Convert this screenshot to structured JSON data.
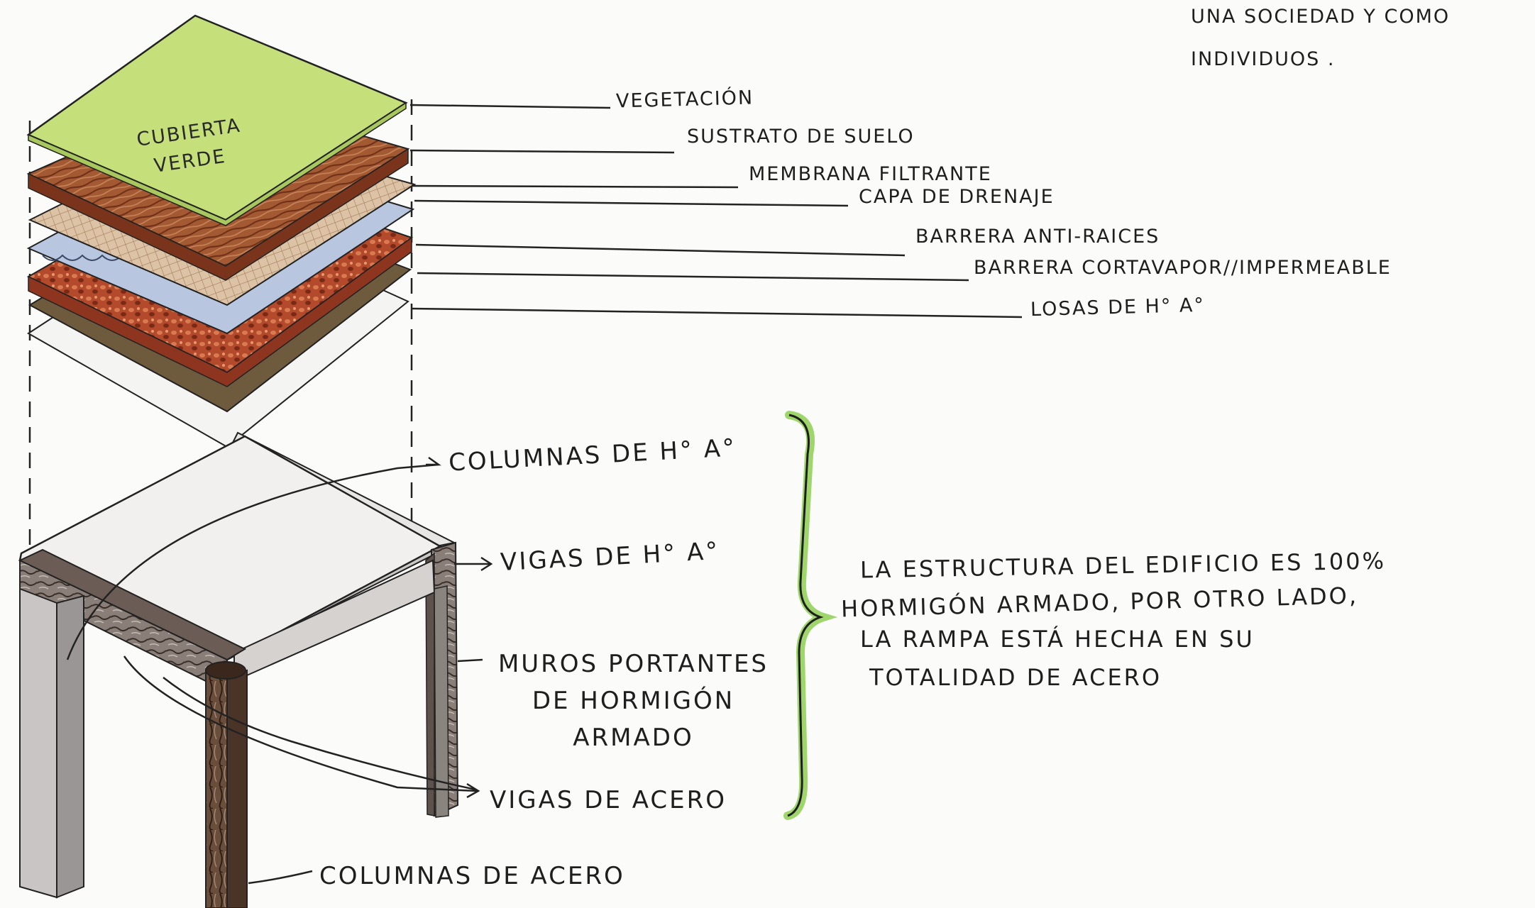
{
  "top_note": {
    "line1": "UNA SOCIEDAD Y COMO",
    "line2": "INDIVIDUOS ."
  },
  "roof_inside_label": "CUBIERTA VERDE",
  "layer_labels": [
    "VEGETACIÓN",
    "SUSTRATO DE SUELO",
    "MEMBRANA FILTRANTE",
    "CAPA DE DRENAJE",
    "BARRERA ANTI-RAICES",
    "BARRERA CORTAVAPOR//IMPERMEABLE",
    "LOSAS DE H° A°"
  ],
  "structure_labels": {
    "columnas_ha": "COLUMNAS DE H° A°",
    "vigas_ha": "VIGAS DE H° A°",
    "muros": "MUROS PORTANTES DE HORMIGÓN ARMADO",
    "vigas_acero": "VIGAS DE ACERO",
    "columnas_acero": "COLUMNAS DE ACERO"
  },
  "note": {
    "line1": "LA ESTRUCTURA DEL EDIFICIO ES 100%",
    "line2": "HORMIGÓN ARMADO, POR OTRO LADO,",
    "line3": "LA RAMPA ESTÁ HECHA EN SU",
    "line4": "TOTALIDAD DE ACERO"
  },
  "colors": {
    "vegetation": "#c5e07a",
    "substrate": "#9c4a2a",
    "drainage": "#c9a98a",
    "root_barrier": "#b9c6df",
    "gravel": "#a3442a",
    "slab": "#6e5a3c",
    "concrete": "#c7c3c3",
    "brace": "#9fd66c"
  }
}
